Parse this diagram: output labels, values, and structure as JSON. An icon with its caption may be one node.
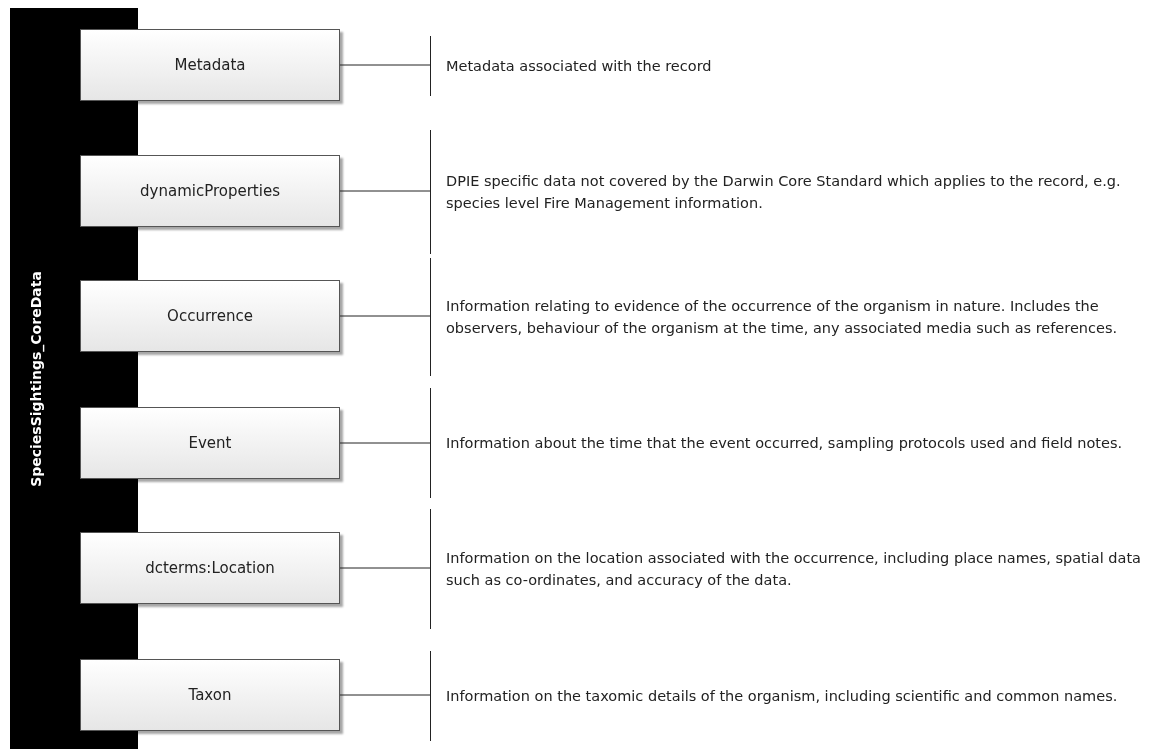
{
  "diagram": {
    "nodes": [
      {
        "text": [
          "SpeciesSightings_CoreData"
        ]
      },
      {
        "text": [
          "Metadata"
        ]
      },
      {
        "text": [
          "Metadata associated with the record"
        ]
      },
      {
        "text": [
          "dynamicProperties"
        ]
      },
      {
        "text": [
          "DPIE specific data not covered by the Darwin Core Standard which applies to the record, e.g. species level Fire Management information."
        ]
      },
      {
        "text": [
          "Occurrence"
        ]
      },
      {
        "text": [
          "Information relating to evidence of the occurrence of the organism in nature. Includes the observers, behaviour of the organism at the time, any associated media such as references."
        ]
      },
      {
        "text": [
          "Event"
        ]
      },
      {
        "text": [
          "Information about the time that the event occurred, sampling protocols used and field notes."
        ]
      },
      {
        "text": [
          "dcterms:Location"
        ]
      },
      {
        "text": [
          "Information on the location associated with the occurrence, including place names, spatial data such as co-ordinates, and accuracy of the data."
        ]
      },
      {
        "text": [
          "Taxon"
        ]
      },
      {
        "text": [
          "Information on the taxomic details of the organism, including scientific and common names."
        ]
      }
    ],
    "edges": [
      {
        "from": 1,
        "to": 2,
        "arrow": "none"
      },
      {
        "from": 3,
        "to": 4,
        "arrow": "none"
      },
      {
        "from": 5,
        "to": 6,
        "arrow": "none"
      },
      {
        "from": 7,
        "to": 8,
        "arrow": "none"
      },
      {
        "from": 9,
        "to": 10,
        "arrow": "none"
      },
      {
        "from": 11,
        "to": 12,
        "arrow": "none"
      }
    ]
  }
}
